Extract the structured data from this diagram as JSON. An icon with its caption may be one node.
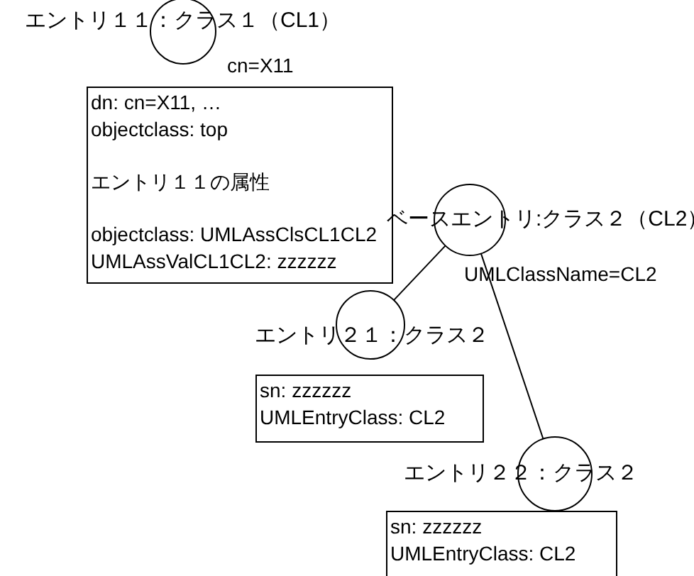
{
  "diagram": {
    "nodes": [
      {
        "text": [
          "エントリ１１：クラス１（CL1）"
        ],
        "beside": [
          "cn=X11"
        ]
      },
      {
        "text": [
          "dn: cn=X11, …",
          "objectclass: top",
          "エントリ１１の属性",
          "objectclass: UMLAssClsCL1CL2",
          "UMLAssValCL1CL2: zzzzzz"
        ]
      },
      {
        "text": [
          "ベースエントリ:クラス２（CL2）"
        ],
        "beside": [
          "UMLClassName=CL2"
        ]
      },
      {
        "text": [
          "エントリ２１：クラス２"
        ]
      },
      {
        "text": [
          "sn: zzzzzz",
          "UMLEntryClass: CL2"
        ]
      },
      {
        "text": [
          "エントリ２２：クラス２"
        ]
      },
      {
        "text": [
          "sn: zzzzzz",
          "UMLEntryClass: CL2"
        ]
      }
    ],
    "edges": [
      {
        "from": 2,
        "to": 3,
        "arrow": "none"
      },
      {
        "from": 2,
        "to": 5,
        "arrow": "none"
      }
    ]
  }
}
